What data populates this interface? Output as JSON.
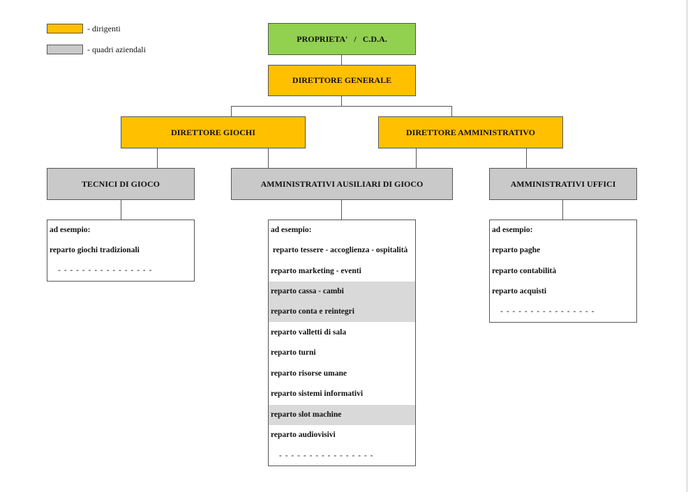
{
  "legend": {
    "items": [
      {
        "label": "- dirigenti",
        "color": "#ffc000"
      },
      {
        "label": "- quadri aziendali",
        "color": "#c9c9c9"
      }
    ]
  },
  "colors": {
    "board": "#92d050",
    "dirigenti": "#ffc000",
    "quadri": "#c9c9c9",
    "highlight": "#d9d9d9"
  },
  "nodes": {
    "board": "PROPRIETA'   /   C.D.A.",
    "general_director": "DIRETTORE GENERALE",
    "games_director": "DIRETTORE GIOCHI",
    "admin_director": "DIRETTORE AMMINISTRATIVO",
    "game_technicians": "TECNICI DI GIOCO",
    "aux_admin": "AMMINISTRATIVI AUSILIARI DI GIOCO",
    "office_admin": "AMMINISTRATIVI UFFICI"
  },
  "lists": {
    "game_technicians": [
      "ad esempio:",
      "reparto giochi tradizionali",
      "- - - - - - - - - - - - - - - -"
    ],
    "aux_admin": [
      "ad esempio:",
      " reparto tessere - accoglienza - ospitalità",
      "reparto marketing - eventi",
      "reparto cassa - cambi",
      "reparto conta e reintegri",
      "reparto valletti di sala",
      "reparto turni",
      "reparto risorse umane",
      "reparto sistemi informativi",
      "reparto slot machine",
      "reparto audiovisivi",
      "- - - - - - - - - - - - - - - -"
    ],
    "office_admin": [
      "ad esempio:",
      "reparto paghe",
      "reparto contabilità",
      "reparto acquisti",
      "- - - - - - - - - - - - - - - -"
    ]
  }
}
